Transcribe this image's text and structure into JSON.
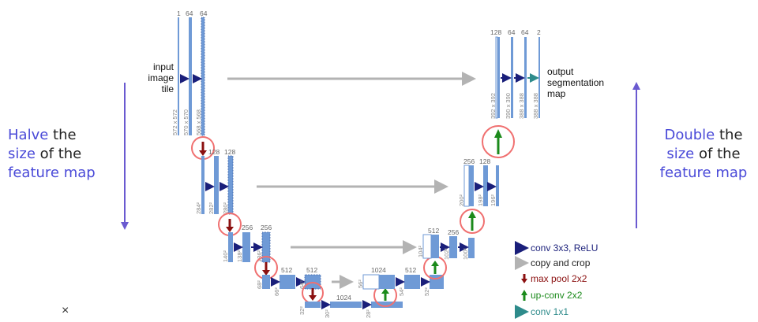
{
  "left_note": {
    "w1": "Halve",
    "w2": "the",
    "w3": "size",
    "w4": "of the",
    "w5": "feature map"
  },
  "right_note": {
    "w1": "Double",
    "w2": "the",
    "w3": "size",
    "w4": "of the",
    "w5": "feature map"
  },
  "input_label": [
    "input",
    "image",
    "tile"
  ],
  "output_label": [
    "output",
    "segmentation",
    "map"
  ],
  "channels": {
    "c1": "1",
    "c64a": "64",
    "c64b": "64",
    "c128a": "128",
    "c128b": "128",
    "c256a": "256",
    "c256b": "256",
    "c512a": "512",
    "c512b": "512",
    "c1024a": "1024",
    "c1024b": "1024",
    "u512a": "512",
    "u512b": "512",
    "u256a": "256",
    "u256b": "256",
    "u128a": "128",
    "u128b": "128",
    "u64a": "64",
    "u64b": "64",
    "u2": "2"
  },
  "dims": {
    "d572": "572 x 572",
    "d570": "570 x 570",
    "d568": "568 x 568",
    "d284": "284²",
    "d282": "282²",
    "d280": "280²",
    "d140": "140²",
    "d138": "138²",
    "d136": "136²",
    "d68": "68²",
    "d66": "66²",
    "d64": "64²",
    "d32": "32²",
    "d30": "30²",
    "d28": "28²",
    "d56": "56²",
    "d54": "54²",
    "d52": "52²",
    "d104": "104²",
    "d102": "102²",
    "d100": "100²",
    "d200": "200²",
    "d198": "198²",
    "d196": "196²",
    "d392": "392 x 392",
    "d390": "390 x 390",
    "d388a": "388 x 388",
    "d388b": "388 x 388"
  },
  "legend": {
    "conv": "conv 3x3, ReLU",
    "copy": "copy and crop",
    "pool": "max pool 2x2",
    "up": "up-conv 2x2",
    "conv1": "conv 1x1"
  },
  "colors": {
    "block": "#6f9ad6",
    "conv": "#1a1f7a",
    "copy": "#b3b3b3",
    "pool": "#8b1010",
    "up": "#1b8a1b",
    "conv1": "#2e8b8b",
    "circle": "#f07070",
    "accent": "#4a4ad8"
  },
  "close_icon": "×"
}
